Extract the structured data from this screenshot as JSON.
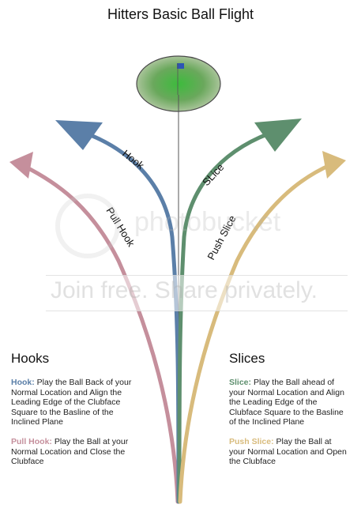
{
  "title": "Hitters Basic Ball Flight",
  "labels": {
    "hook": "Hook",
    "slice": "SLice",
    "pull_hook": "Pull Hook",
    "push_slice": "Push Slice"
  },
  "watermark": {
    "logo": "photobucket",
    "tagline": "Join free. Share privately."
  },
  "hooks": {
    "heading": "Hooks",
    "items": [
      {
        "term": "Hook:",
        "text": "Play the Ball Back of your Normal Location and Align the Leading Edge of the Clubface Square to the Basline of the Inclined Plane"
      },
      {
        "term": "Pull Hook:",
        "text": "Play the Ball at your Normal Location and Close the Clubface"
      }
    ]
  },
  "slices": {
    "heading": "Slices",
    "items": [
      {
        "term": "Slice:",
        "text": "Play the Ball ahead of your Normal Location and Align the Leading Edge of the Clubface Square to the Basline of the Inclined Plane"
      },
      {
        "term": "Push Slice:",
        "text": "Play the Ball at your Normal Location and Open the Clubface"
      }
    ]
  },
  "colors": {
    "hook": "#5b7fa8",
    "slice": "#5e8f6e",
    "pull_hook": "#c58f9c",
    "push_slice": "#d8bb7c",
    "green": "#3f8f3b",
    "flag": "#2d55b5"
  }
}
